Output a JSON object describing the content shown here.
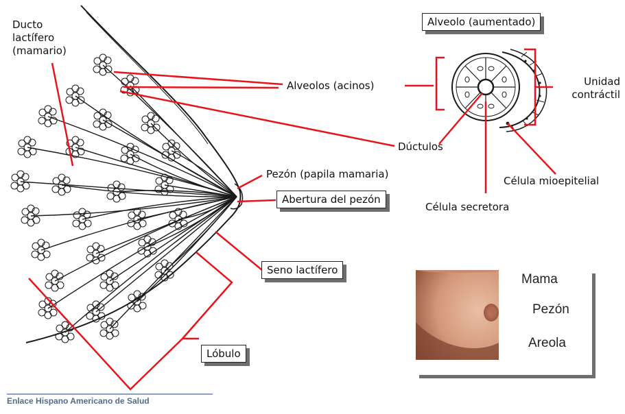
{
  "labels": {
    "ducto": [
      "Ducto",
      "lactífero",
      "(mamario)"
    ],
    "alveolos": "Alveolos (acinos)",
    "ductulos": "Dúctulos",
    "pezon_papila": "Pezón (papila mamaria)",
    "abertura": "Abertura del pezón",
    "seno": "Seno lactífero",
    "lobulo": "Lóbulo",
    "alveolo_aumentado": "Alveolo (aumentado)",
    "unidad": [
      "Unidad",
      "contráctil"
    ],
    "celula_mioepitelial": "Célula mioepitelial",
    "celula_secretora": "Célula secretora"
  },
  "photo": {
    "mama": "Mama",
    "pezon": "Pezón",
    "areola": "Areola"
  },
  "footer": "Enlace Hispano Americano de Salud",
  "colors": {
    "leader": "#e8141b",
    "ink": "#1a1a1a",
    "skin_light": "#e6b79c",
    "skin_dark": "#9a5a3e"
  }
}
